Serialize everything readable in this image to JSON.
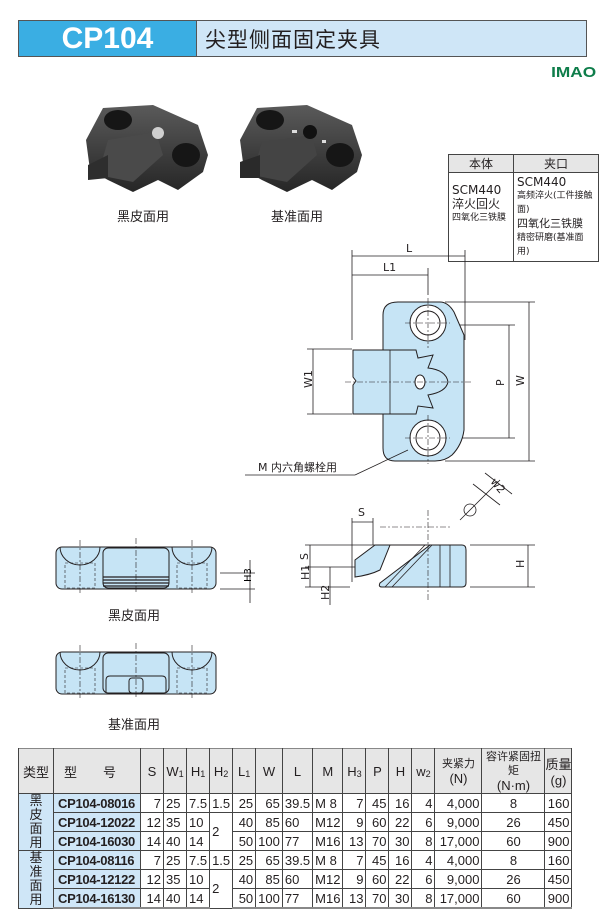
{
  "header": {
    "product_code": "CP104",
    "title": "尖型侧面固定夹具",
    "brand_logo": "IMAO"
  },
  "photos": [
    {
      "caption": "黑皮面用",
      "icon": "clamp-photo-serrated"
    },
    {
      "caption": "基准面用",
      "icon": "clamp-photo-smooth"
    }
  ],
  "material_table": {
    "headers": [
      "本体",
      "夹口"
    ],
    "body": [
      "SCM440",
      "淬火回火",
      "四氧化三铁膜"
    ],
    "jaw": [
      "SCM440",
      "高频淬火(工件接触面)",
      "四氧化三铁膜",
      "精密研磨(基准面用)"
    ]
  },
  "drawing": {
    "labels": {
      "L": "L",
      "L1": "L1",
      "W": "W",
      "W1": "W1",
      "P": "P",
      "S": "S",
      "H": "H",
      "H1": "H1",
      "H2": "H2",
      "H3": "H3",
      "w2": "w2"
    },
    "bolt_note": "M 内六角螺栓用",
    "front_views": [
      {
        "caption": "黑皮面用"
      },
      {
        "caption": "基准面用"
      }
    ]
  },
  "spec_table": {
    "headers": {
      "type": "类型",
      "model": "型　　号",
      "S": "S",
      "W1": "W1",
      "H1": "H1",
      "H2": "H2",
      "L1": "L1",
      "W": "W",
      "L": "L",
      "M": "M",
      "H3": "H3",
      "P": "P",
      "H": "H",
      "w2": "w2",
      "clamp_force": "夹紧力",
      "clamp_force_unit": "(N)",
      "torque": "容许紧固扭矩",
      "torque_unit": "(N·m)",
      "mass": "质量",
      "mass_unit": "(g)"
    },
    "groups": [
      {
        "type": [
          "黑",
          "皮",
          "面",
          "用"
        ],
        "rows": [
          {
            "model": "CP104-08016",
            "S": "7",
            "W1": "25",
            "H1": "7.5",
            "H2": "1.5",
            "L1": "25",
            "W": "65",
            "L": "39.5",
            "M": "M 8",
            "H3": "7",
            "P": "45",
            "H": "16",
            "w2": "4",
            "force": "4,000",
            "torque": "8",
            "mass": "160"
          },
          {
            "model": "CP104-12022",
            "S": "12",
            "W1": "35",
            "H1": "10",
            "H2": "2",
            "L1": "40",
            "W": "85",
            "L": "60",
            "M": "M12",
            "H3": "9",
            "P": "60",
            "H": "22",
            "w2": "6",
            "force": "9,000",
            "torque": "26",
            "mass": "450"
          },
          {
            "model": "CP104-16030",
            "S": "14",
            "W1": "40",
            "H1": "14",
            "H2": "",
            "L1": "50",
            "W": "100",
            "L": "77",
            "M": "M16",
            "H3": "13",
            "P": "70",
            "H": "30",
            "w2": "8",
            "force": "17,000",
            "torque": "60",
            "mass": "900"
          }
        ]
      },
      {
        "type": [
          "基",
          "准",
          "面",
          "用"
        ],
        "rows": [
          {
            "model": "CP104-08116",
            "S": "7",
            "W1": "25",
            "H1": "7.5",
            "H2": "1.5",
            "L1": "25",
            "W": "65",
            "L": "39.5",
            "M": "M 8",
            "H3": "7",
            "P": "45",
            "H": "16",
            "w2": "4",
            "force": "4,000",
            "torque": "8",
            "mass": "160"
          },
          {
            "model": "CP104-12122",
            "S": "12",
            "W1": "35",
            "H1": "10",
            "H2": "2",
            "L1": "40",
            "W": "85",
            "L": "60",
            "M": "M12",
            "H3": "9",
            "P": "60",
            "H": "22",
            "w2": "6",
            "force": "9,000",
            "torque": "26",
            "mass": "450"
          },
          {
            "model": "CP104-16130",
            "S": "14",
            "W1": "40",
            "H1": "14",
            "H2": "",
            "L1": "50",
            "W": "100",
            "L": "77",
            "M": "M16",
            "H3": "13",
            "P": "70",
            "H": "30",
            "w2": "8",
            "force": "17,000",
            "torque": "60",
            "mass": "900"
          }
        ]
      }
    ]
  },
  "colors": {
    "accent_blue": "#3aaee3",
    "light_blue": "#cfe6f7",
    "part_fill": "#c6e4f5",
    "brand_green": "#0e7d4a",
    "header_gray": "#e6e6e6"
  }
}
